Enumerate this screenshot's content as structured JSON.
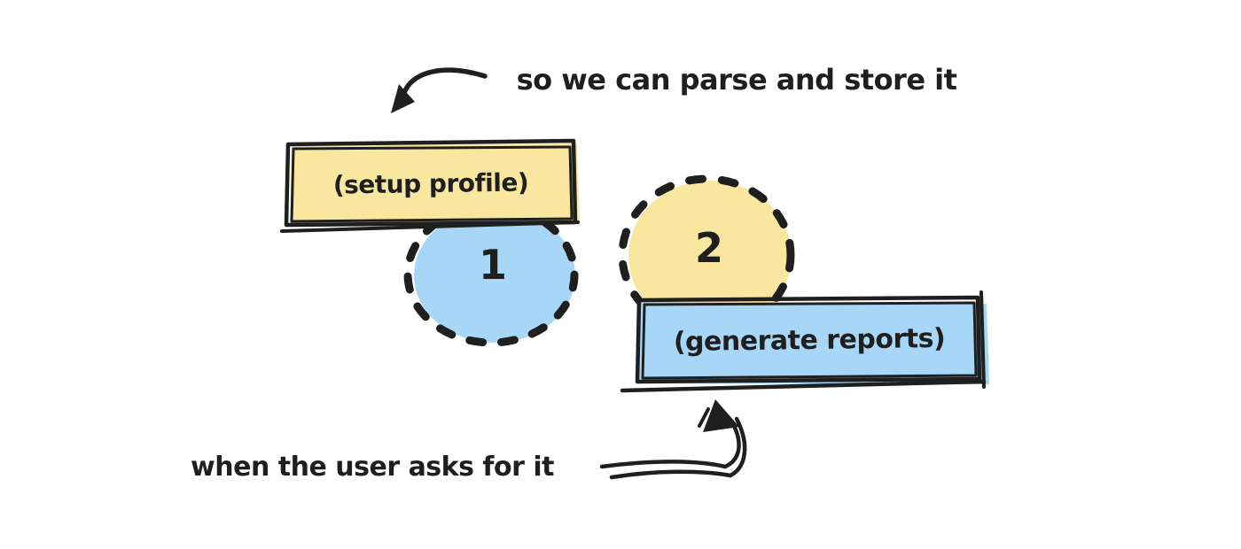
{
  "diagram": {
    "top_annotation": "so we can parse and store it",
    "bottom_annotation": "when the user asks for it",
    "steps": [
      {
        "number": "1",
        "label": "(setup profile)"
      },
      {
        "number": "2",
        "label": "(generate reports)"
      }
    ]
  },
  "colors": {
    "background": "#ffffff",
    "ink": "#1f1f1f",
    "yellow": "#f9e7a0",
    "blue": "#a8d6f6"
  }
}
